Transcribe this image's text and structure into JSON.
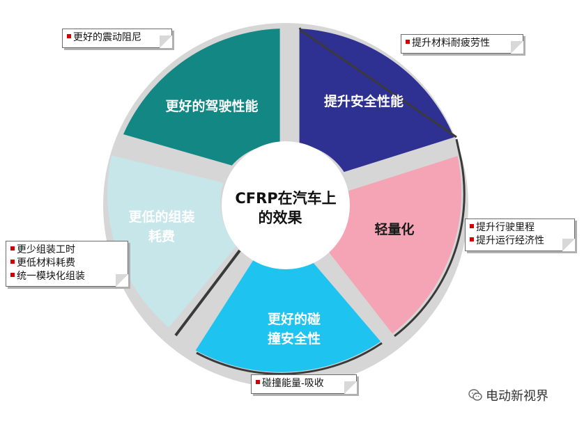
{
  "center": {
    "line1": "CFRP在汽车上",
    "line2": "的效果"
  },
  "segments": [
    {
      "line1": "提升安全性能",
      "line2": "",
      "color": "#2e3192",
      "text_color": "#ffffff"
    },
    {
      "line1": "轻量化",
      "line2": "",
      "color": "#f4a4b4",
      "text_color": "#1a1a1a"
    },
    {
      "line1": "更好的碰",
      "line2": "撞安全性",
      "color": "#1fc3f0",
      "text_color": "#ffffff"
    },
    {
      "line1": "更低的组装",
      "line2": "耗费",
      "color": "#c6e6ea",
      "text_color": "#ffffff"
    },
    {
      "line1": "更好的驾驶性能",
      "line2": "",
      "color": "#128783",
      "text_color": "#ffffff"
    }
  ],
  "notes": {
    "damping": [
      "更好的震动阻尼"
    ],
    "fatigue": [
      "提升材料耐疲劳性"
    ],
    "range": [
      "提升行驶里程",
      "提升运行经济性"
    ],
    "assembly": [
      "更少组装工时",
      "更低材料耗费",
      "统一模块化组装"
    ],
    "crash": [
      "碰撞能量-吸收"
    ]
  },
  "watermark": {
    "text": "电动新视界",
    "icon": "wechat-icon"
  }
}
